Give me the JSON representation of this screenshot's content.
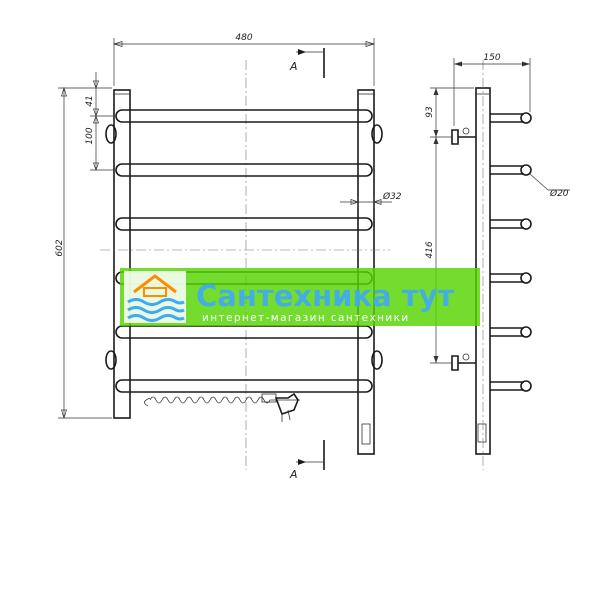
{
  "front_view": {
    "width_dim": "480",
    "height_dim": "602",
    "top_offset_dim": "41",
    "rung_spacing_dim": "100",
    "tube_dim": "Ø32",
    "section_mark_top": "A",
    "section_mark_bottom": "A"
  },
  "side_view": {
    "depth_dim": "150",
    "mount_top_dim": "93",
    "mount_spacing_dim": "416",
    "rung_dim": "Ø20"
  },
  "watermark": {
    "brand": "Сантехника тут",
    "tagline": "интернет-магазин сантехники",
    "accent_color": "#55d400",
    "text_color": "#3fa9f5"
  }
}
